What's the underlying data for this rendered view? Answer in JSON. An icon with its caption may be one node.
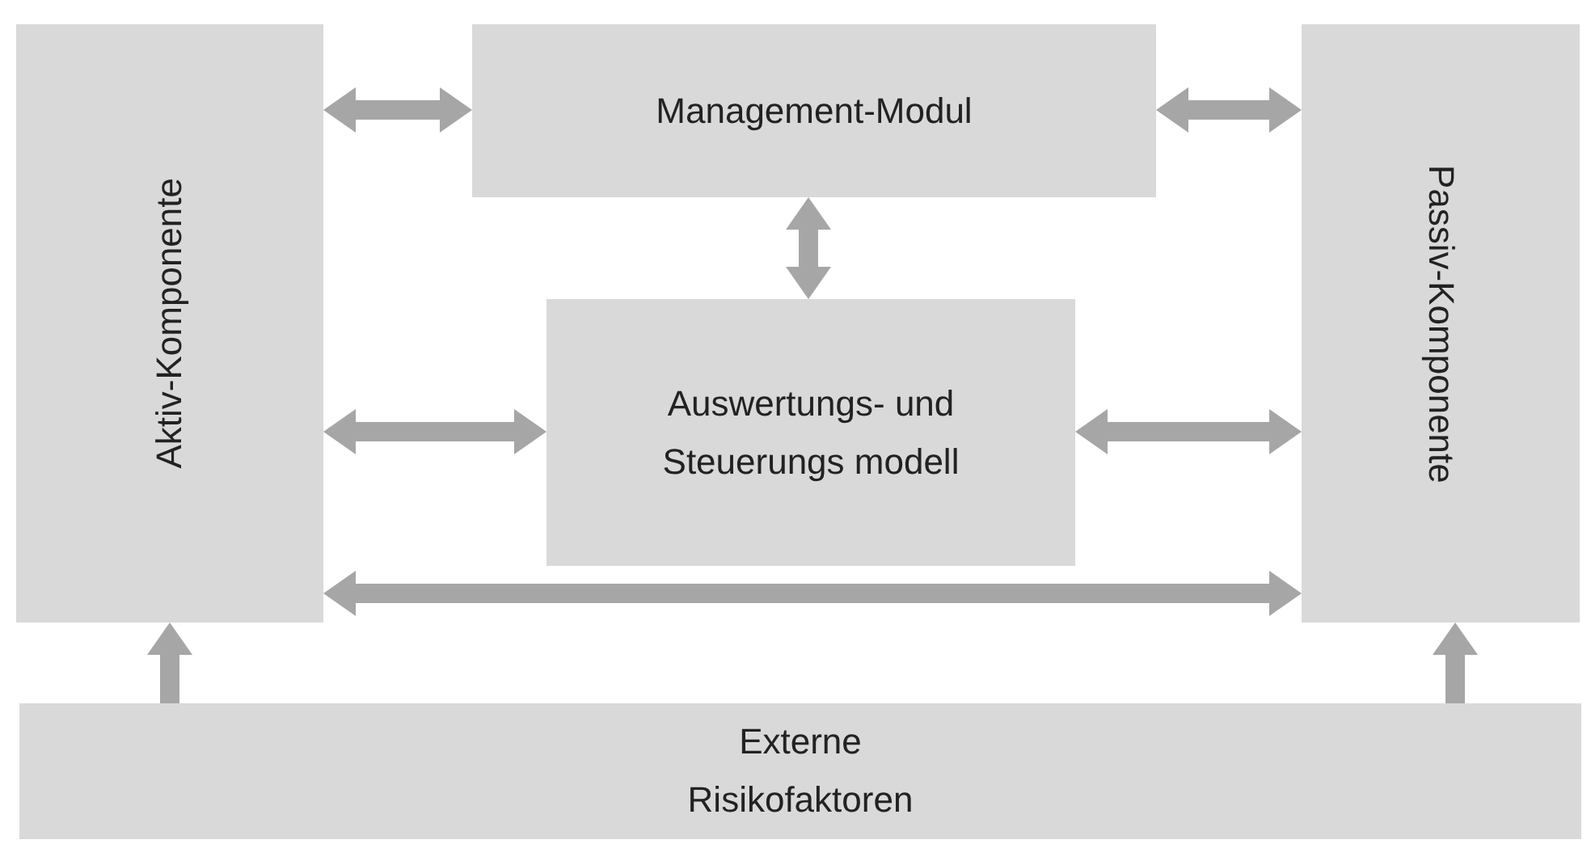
{
  "diagram": {
    "nodes": [
      {
        "text": [
          "Aktiv-Komponente"
        ]
      },
      {
        "text": [
          "Management-Modul"
        ]
      },
      {
        "text": [
          "Passiv-Komponente"
        ]
      },
      {
        "text": [
          "Auswertungs- und Steuerungs modell"
        ]
      },
      {
        "text": [
          "Externe Risikofaktoren"
        ]
      }
    ],
    "edges": [
      {
        "from": 0,
        "to": 1,
        "arrow": "both"
      },
      {
        "from": 1,
        "to": 2,
        "arrow": "both"
      },
      {
        "from": 1,
        "to": 3,
        "arrow": "both"
      },
      {
        "from": 0,
        "to": 3,
        "arrow": "both"
      },
      {
        "from": 3,
        "to": 2,
        "arrow": "both"
      },
      {
        "from": 0,
        "to": 2,
        "arrow": "both"
      },
      {
        "from": 4,
        "to": 0,
        "arrow": "to"
      },
      {
        "from": 4,
        "to": 2,
        "arrow": "to"
      }
    ]
  }
}
